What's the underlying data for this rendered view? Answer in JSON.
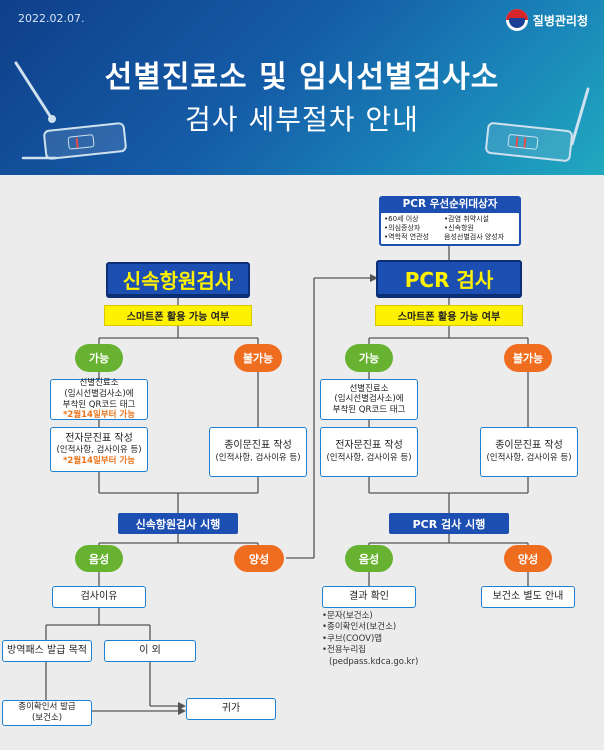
{
  "header": {
    "date": "2022.02.07.",
    "org": "질병관리청",
    "title_line1": "선별진료소 및 임시선별검사소",
    "title_line2": "검사 세부절차 안내"
  },
  "pcr_priority": {
    "title": "PCR 우선순위대상자",
    "items": [
      "•60세 이상",
      "•감염 취약시설",
      "•의심증상자",
      "•신속항원",
      "•역학적 연관성",
      "음성선별검사 양성자"
    ]
  },
  "left": {
    "title": "신속항원검사",
    "smartphone": "스마트폰 활용 가능 여부",
    "possible": "가능",
    "impossible": "불가능",
    "qr_line1": "선별진료소",
    "qr_line2": "(임시선별검사소)에",
    "qr_line3": "부착된 QR코드 태그",
    "qr_note": "*2월14일부터 가능",
    "edoc_title": "전자문진표 작성",
    "edoc_sub": "(인적사항, 검사이유 등)",
    "edoc_note": "*2월14일부터 가능",
    "paper_title": "종이문진표 작성",
    "paper_sub": "(인적사항, 검사이유 등)",
    "run": "신속항원검사 시행",
    "negative": "음성",
    "positive": "양성",
    "reason": "검사이유",
    "pass": "방역패스 발급 목적",
    "other": "이 외",
    "paper_cert_line1": "종이확인서 발급",
    "paper_cert_line2": "(보건소)",
    "home": "귀가"
  },
  "right": {
    "title": "PCR 검사",
    "smartphone": "스마트폰 활용 가능 여부",
    "possible": "가능",
    "impossible": "불가능",
    "qr_line1": "선별진료소",
    "qr_line2": "(임시선별검사소)에",
    "qr_line3": "부착된 QR코드 태그",
    "edoc_title": "전자문진표 작성",
    "edoc_sub": "(인적사항, 검사이유 등)",
    "paper_title": "종이문진표 작성",
    "paper_sub": "(인적사항, 검사이유 등)",
    "run": "PCR 검사 시행",
    "negative": "음성",
    "positive": "양성",
    "result": "결과 확인",
    "result_items": [
      "•문자(보건소)",
      "•종이확인서(보건소)",
      "•쿠브(COOV)앱",
      "•전용누리집",
      "(pedpass.kdca.go.kr)"
    ],
    "separate": "보건소 별도 안내"
  },
  "colors": {
    "navy": "#1d4fb2",
    "yellow": "#fff200",
    "green": "#67b331",
    "orange": "#ef6d1f",
    "line": "#555555",
    "box_border": "#1e7fd3"
  }
}
